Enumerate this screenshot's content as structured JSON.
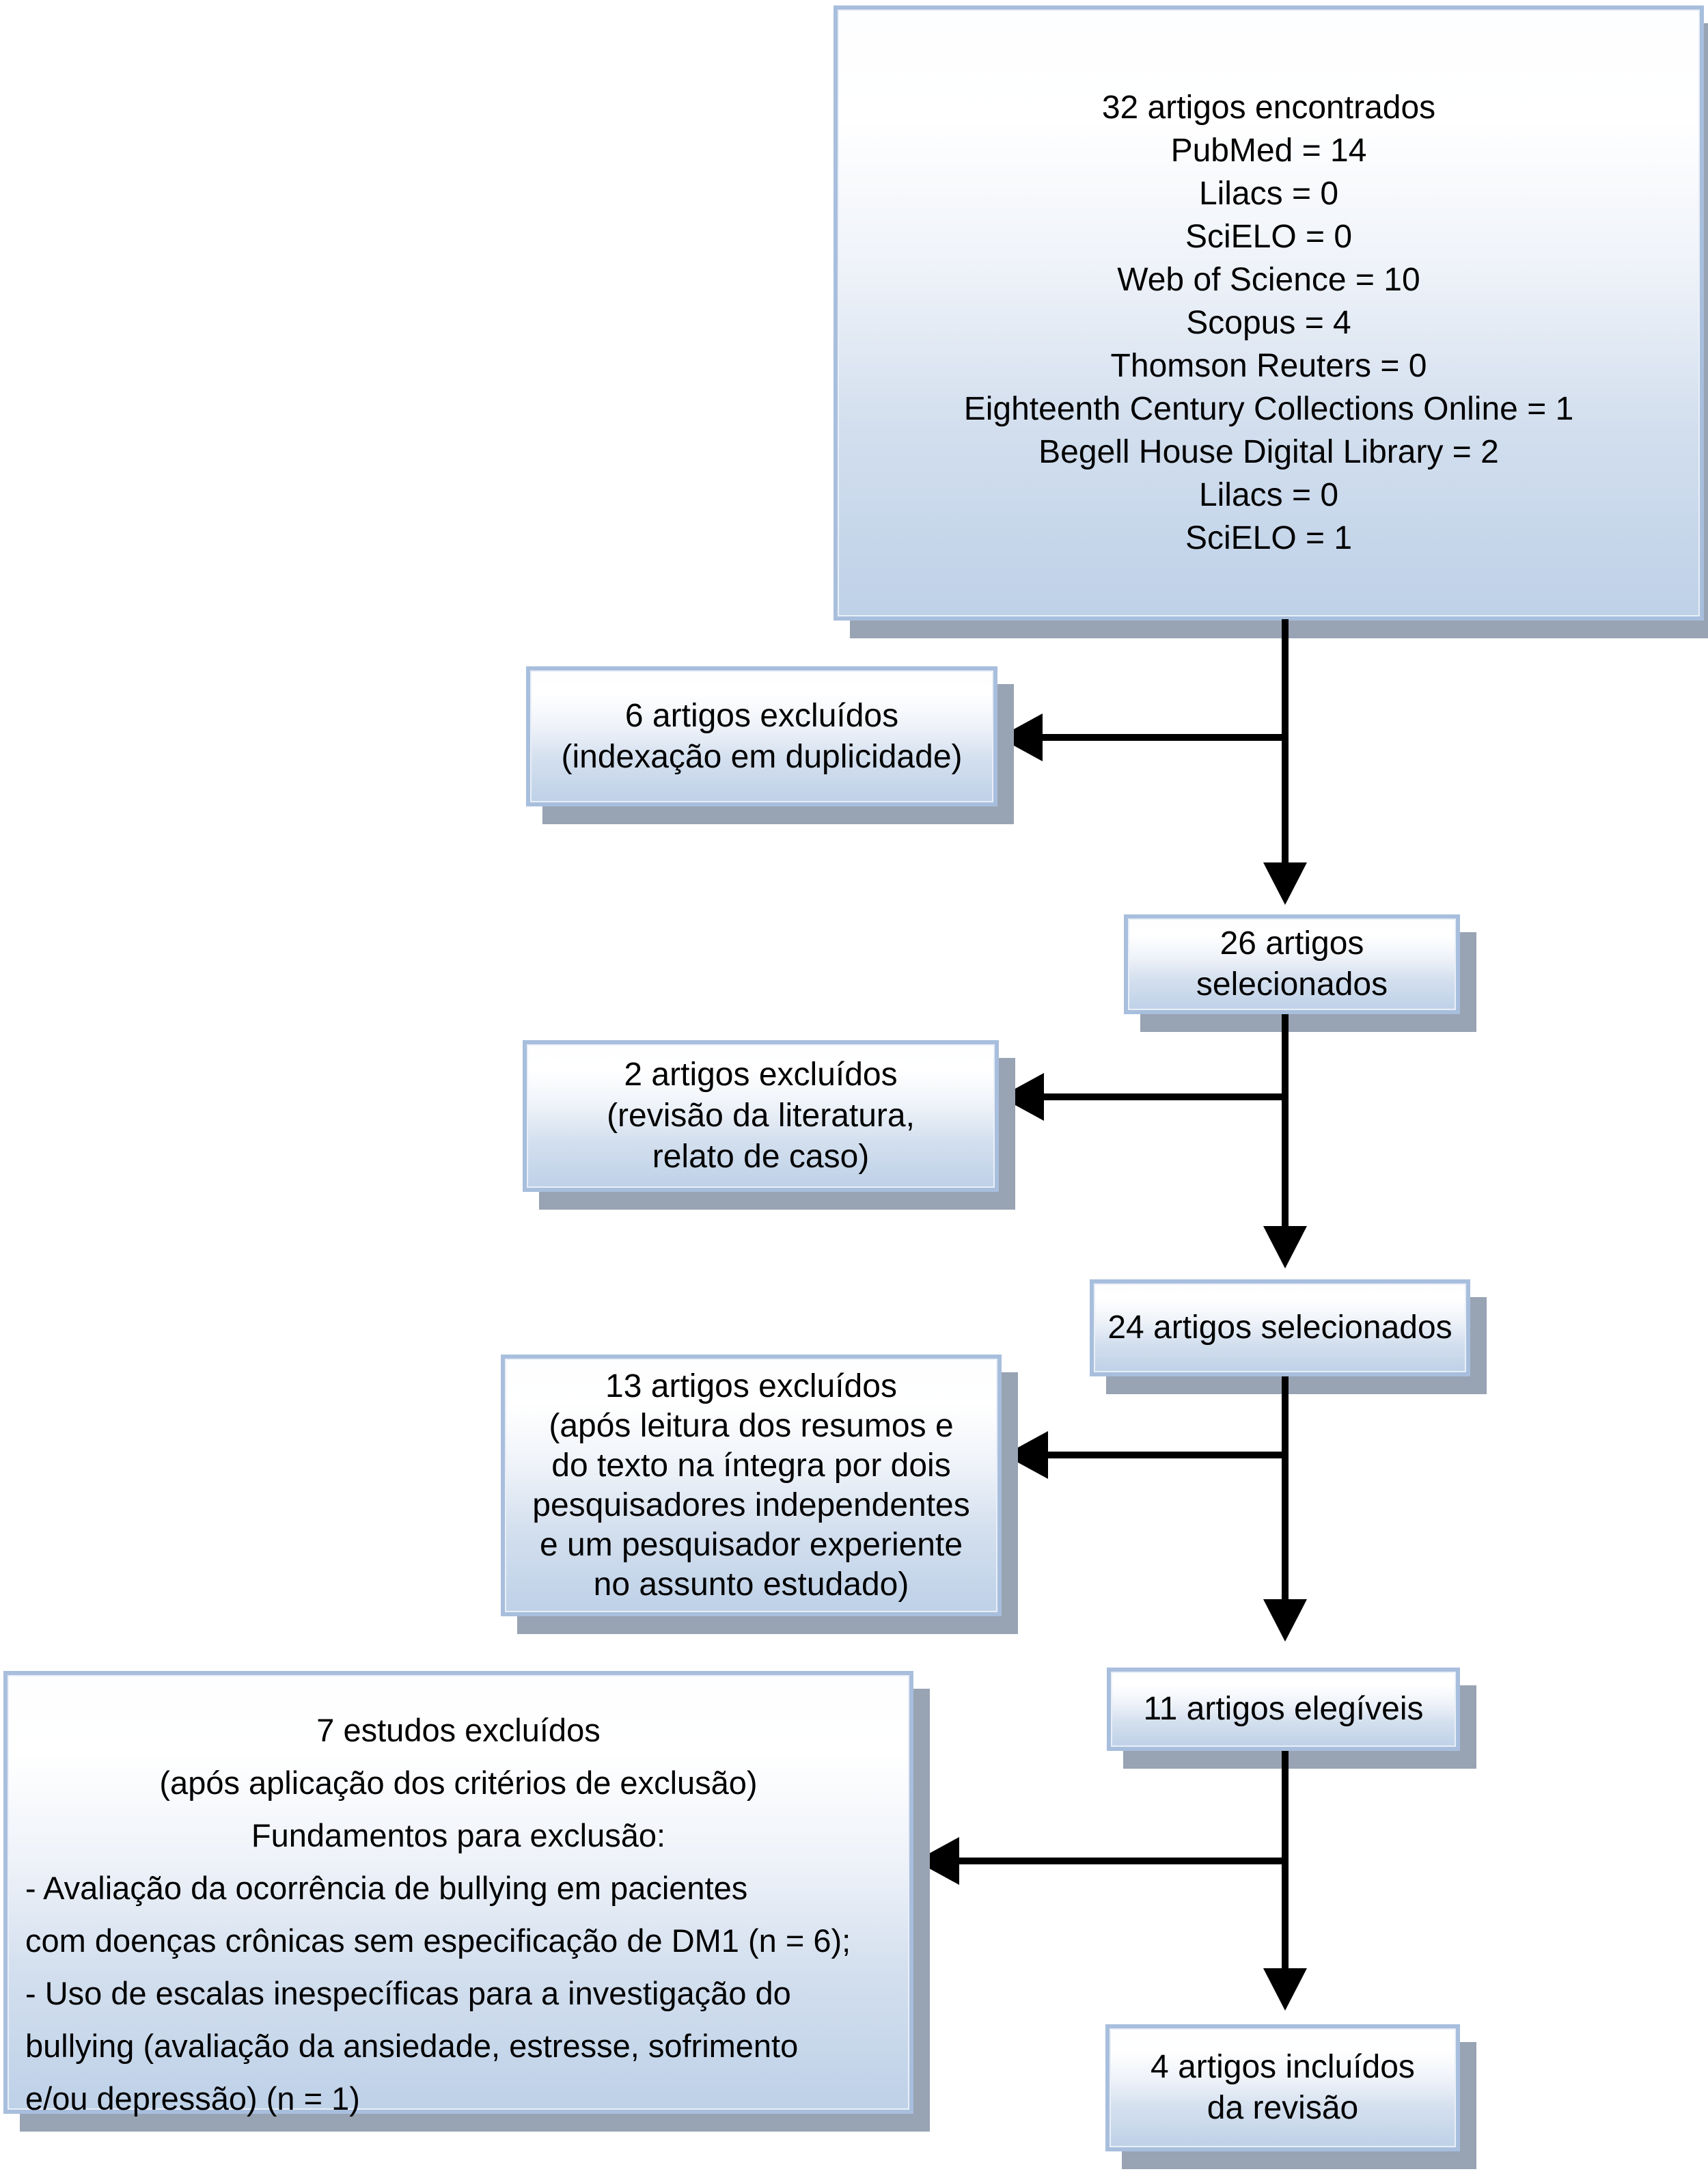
{
  "boxes": {
    "found": {
      "lines": [
        "32 artigos encontrados",
        "PubMed = 14",
        "Lilacs = 0",
        "SciELO = 0",
        "Web of Science = 10",
        "Scopus = 4",
        "Thomson Reuters = 0",
        "Eighteenth Century Collections Online = 1",
        "Begell House Digital Library = 2",
        "Lilacs = 0",
        "SciELO = 1"
      ]
    },
    "excluded_duplicates": {
      "lines": [
        "6 artigos excluídos",
        "(indexação em duplicidade)"
      ]
    },
    "selected_26": {
      "lines": [
        "26 artigos",
        "selecionados"
      ]
    },
    "excluded_review": {
      "lines": [
        "2 artigos excluídos",
        "(revisão da literatura,",
        "relato de caso)"
      ]
    },
    "selected_24": {
      "lines": [
        "24 artigos selecionados"
      ]
    },
    "excluded_13": {
      "lines": [
        "13 artigos excluídos",
        "(após leitura dos resumos e",
        "do texto na íntegra por dois",
        "pesquisadores independentes",
        "e um pesquisador experiente",
        "no assunto estudado)"
      ]
    },
    "eligible_11": {
      "lines": [
        "11 artigos elegíveis"
      ]
    },
    "excluded_7": {
      "centered_lines": [
        "7 estudos excluídos",
        "(após aplicação dos critérios de exclusão)",
        "Fundamentos para exclusão:"
      ],
      "left_lines": [
        "- Avaliação da ocorrência de bullying em pacientes",
        "com doenças crônicas sem especificação de DM1 (n = 6);",
        "- Uso de escalas inespecíficas para a investigação do",
        "bullying (avaliação da ansiedade, estresse, sofrimento",
        "e/ou depressão) (n = 1)"
      ]
    },
    "included_4": {
      "lines": [
        "4 artigos incluídos",
        "da revisão"
      ]
    }
  },
  "colors": {
    "box_border": "#a8bedd",
    "box_fill_top": "#ffffff",
    "box_fill_bottom": "#bed1e8",
    "box_shadow": "#98a3b3",
    "arrow": "#000000",
    "background": "#ffffff"
  }
}
